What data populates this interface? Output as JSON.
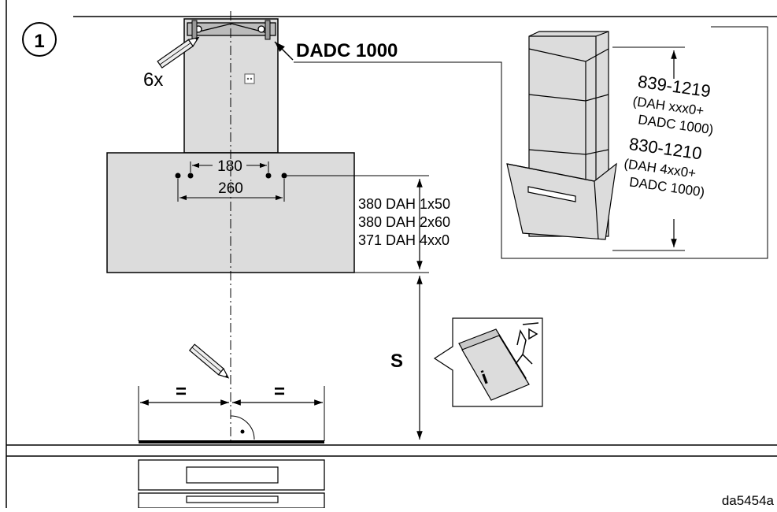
{
  "step_number": "1",
  "screw_count": "6x",
  "accessory_label": "DADC 1000",
  "dim_holes_inner": "180",
  "dim_holes_outer": "260",
  "height_specs": [
    "380 DAH 1x50",
    "380 DAH 2x60",
    "371 DAH 4xx0"
  ],
  "chimney_range_1": {
    "range": "839-1219",
    "note_line1": "(DAH xxx0+",
    "note_line2": "DADC 1000)"
  },
  "chimney_range_2": {
    "range": "830-1210",
    "note_line1": "(DAH 4xx0+",
    "note_line2": "DADC 1000)"
  },
  "distance_label": "S",
  "equal_sign": "=",
  "manual_icon_letter": "i",
  "figure_code": "da5454a"
}
